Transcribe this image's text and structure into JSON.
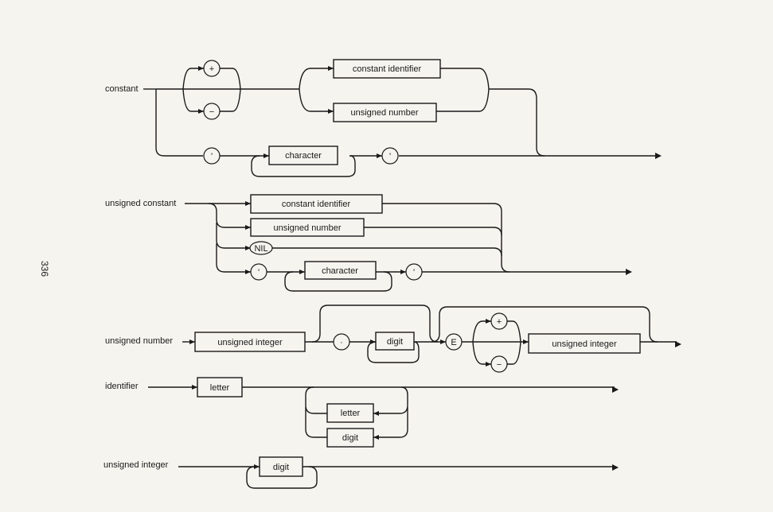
{
  "page_number": "336",
  "diagrams": {
    "constant": {
      "name": "constant",
      "plus": "+",
      "minus": "−",
      "constant_identifier": "constant identifier",
      "unsigned_number": "unsigned number",
      "quote_open": "'",
      "character": "character",
      "quote_close": "'"
    },
    "unsigned_constant": {
      "name": "unsigned constant",
      "constant_identifier": "constant identifier",
      "unsigned_number": "unsigned number",
      "nil": "NIL",
      "quote_open": "'",
      "character": "character",
      "quote_close": "'"
    },
    "unsigned_number": {
      "name": "unsigned number",
      "unsigned_integer": "unsigned integer",
      "dot": "·",
      "digit": "digit",
      "e": "E",
      "plus": "+",
      "minus": "−",
      "unsigned_integer_2": "unsigned integer"
    },
    "identifier": {
      "name": "identifier",
      "letter": "letter",
      "letter_2": "letter",
      "digit": "digit"
    },
    "unsigned_integer": {
      "name": "unsigned integer",
      "digit": "digit"
    }
  }
}
